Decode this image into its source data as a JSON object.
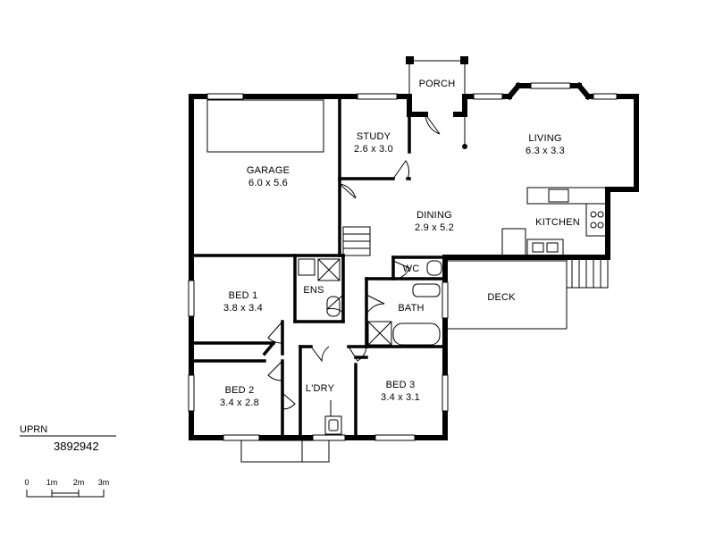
{
  "rooms": {
    "porch": {
      "name": "PORCH"
    },
    "study": {
      "name": "STUDY",
      "size": "2.6 x 3.0"
    },
    "living": {
      "name": "LIVING",
      "size": "6.3 x 3.3"
    },
    "garage": {
      "name": "GARAGE",
      "size": "6.0 x 5.6"
    },
    "dining": {
      "name": "DINING",
      "size": "2.9 x 5.2"
    },
    "kitchen": {
      "name": "KITCHEN"
    },
    "wc": {
      "name": "WC"
    },
    "ens": {
      "name": "ENS"
    },
    "deck": {
      "name": "DECK"
    },
    "bed1": {
      "name": "BED 1",
      "size": "3.8 x 3.4"
    },
    "bath": {
      "name": "BATH"
    },
    "bed2": {
      "name": "BED 2",
      "size": "3.4 x 2.8"
    },
    "ldry": {
      "name": "L'DRY"
    },
    "bed3": {
      "name": "BED 3",
      "size": "3.4 x 3.1"
    }
  },
  "property": {
    "id_label": "UPRN",
    "id_value": "3892942"
  },
  "scale_bar": {
    "ticks": [
      "0",
      "1m",
      "2m",
      "3m"
    ]
  }
}
